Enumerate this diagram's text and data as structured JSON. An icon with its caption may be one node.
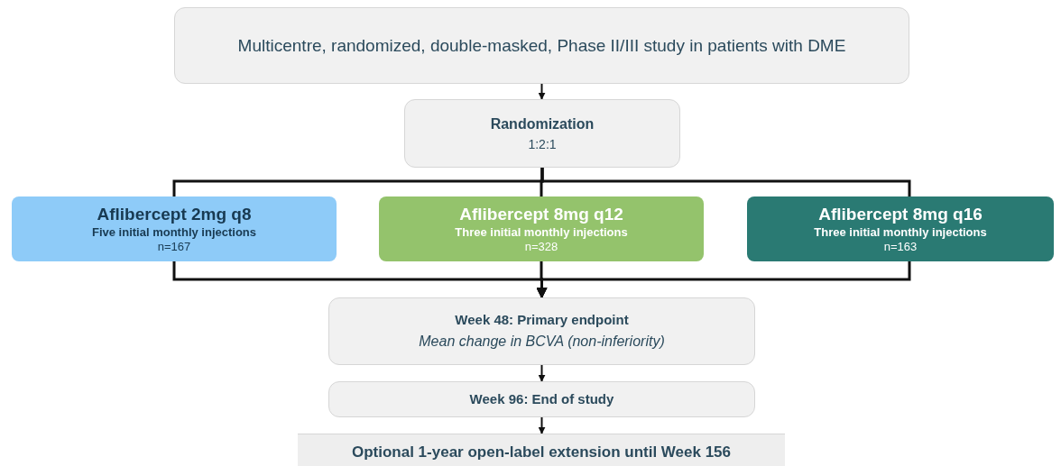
{
  "diagram": {
    "nodes": [
      {
        "text": [
          "Multicentre, randomized, double-masked, Phase II/III study in patients with DME"
        ]
      },
      {
        "text": [
          "Randomization",
          "1:2:1"
        ]
      },
      {
        "text": [
          "Aflibercept 2mg q8",
          "Five initial monthly injections",
          "n=167"
        ]
      },
      {
        "text": [
          "Aflibercept 8mg q12",
          "Three initial monthly injections",
          "n=328"
        ]
      },
      {
        "text": [
          "Aflibercept 8mg q16",
          "Three initial monthly injections",
          "n=163"
        ]
      },
      {
        "text": [
          "Week 48: Primary endpoint",
          "Mean change in BCVA (non-inferiority)"
        ]
      },
      {
        "text": [
          "Week 96: End of study"
        ]
      },
      {
        "text": [
          "Optional 1-year open-label extension until Week 156"
        ]
      }
    ],
    "edges": [
      {
        "from": 0,
        "to": 1,
        "arrow": "to"
      },
      {
        "from": 1,
        "to": 2,
        "arrow": "none"
      },
      {
        "from": 1,
        "to": 3,
        "arrow": "none"
      },
      {
        "from": 1,
        "to": 4,
        "arrow": "none"
      },
      {
        "from": 2,
        "to": 5,
        "arrow": "to"
      },
      {
        "from": 3,
        "to": 5,
        "arrow": "to"
      },
      {
        "from": 4,
        "to": 5,
        "arrow": "to"
      },
      {
        "from": 5,
        "to": 6,
        "arrow": "to"
      },
      {
        "from": 6,
        "to": 7,
        "arrow": "to"
      }
    ]
  }
}
